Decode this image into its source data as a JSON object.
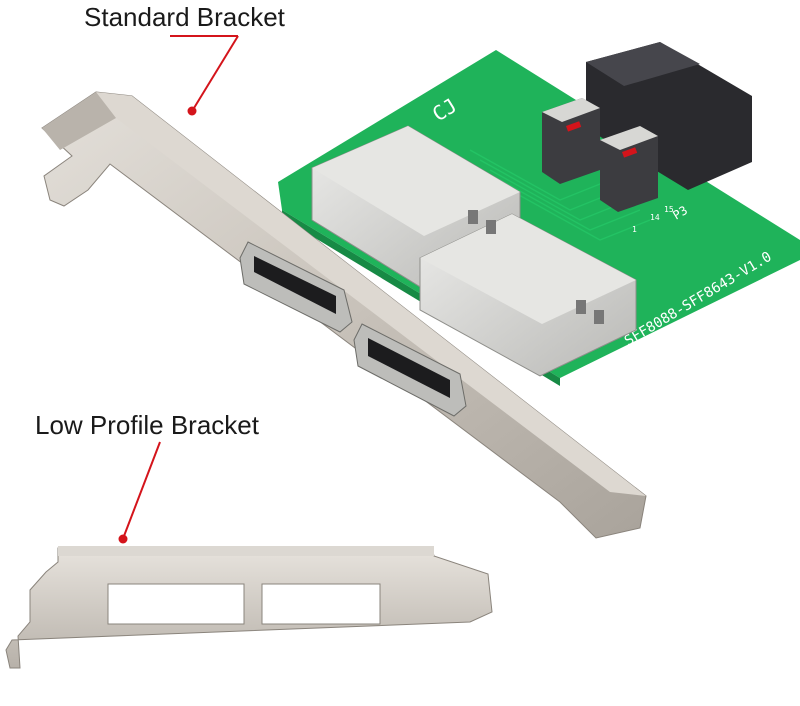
{
  "labels": {
    "standard_bracket": "Standard Bracket",
    "low_profile_bracket": "Low Profile Bracket"
  },
  "pcb": {
    "model_text": "SFF8088-SFF8643-V1.0",
    "port_label": "P3",
    "pin_numbers": [
      "1",
      "14",
      "15"
    ],
    "logo_text": "CJ"
  },
  "colors": {
    "pcb_green": "#1fb35a",
    "bracket_silver": "#c9c4bd",
    "connector_black": "#2a2a2e",
    "callout_red": "#d4141b"
  }
}
